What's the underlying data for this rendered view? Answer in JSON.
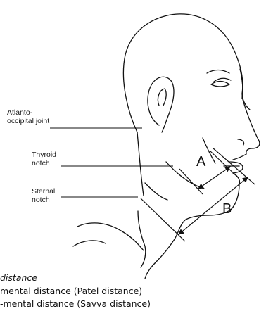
{
  "labels": {
    "atlanto_occipital_joint": "Atlanto-\noccipital joint",
    "thyroid_notch": "Thyroid\nnotch",
    "sternal_notch": "Sternal\nnotch",
    "distance_a": "A",
    "distance_b": "B"
  },
  "caption": {
    "title": "distance",
    "line_a": "mental distance (Patel distance)",
    "line_b": "-mental distance (Savva distance)"
  },
  "colors": {
    "ink": "#111111",
    "background": "#ffffff"
  }
}
